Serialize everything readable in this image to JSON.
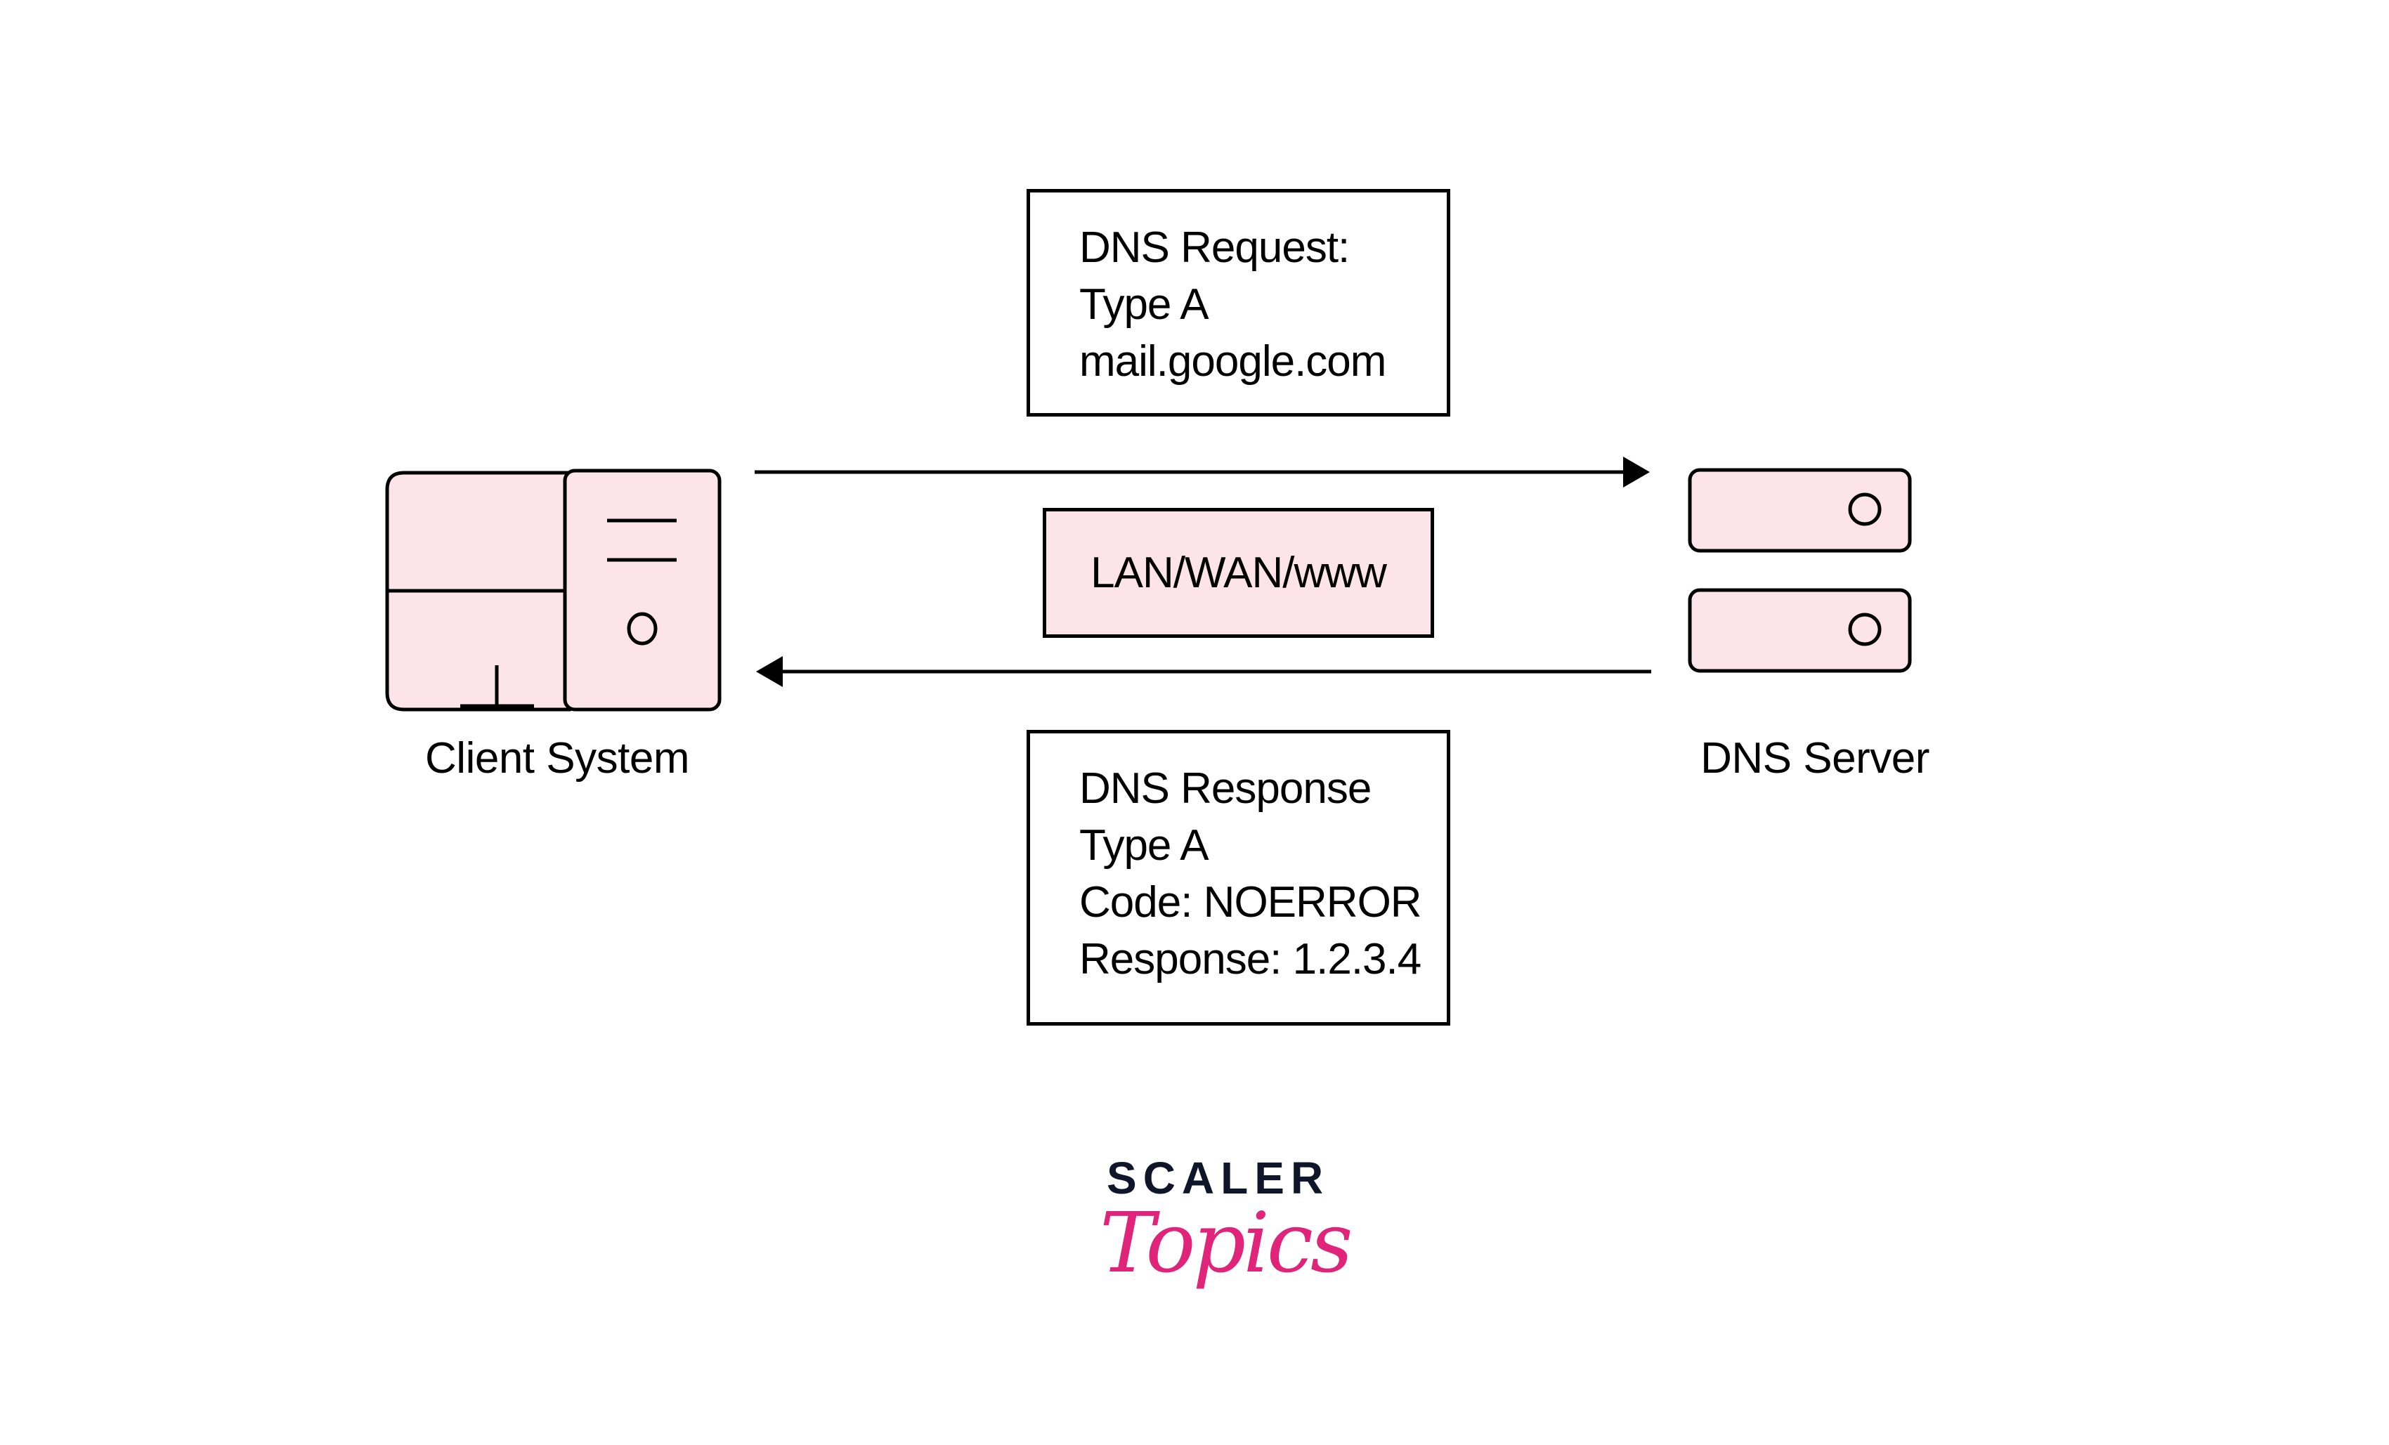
{
  "colors": {
    "device_fill": "#fde4ea",
    "stroke": "#000000",
    "logo_dark": "#0f1629",
    "logo_accent": "#e0247a"
  },
  "nodes": {
    "client": {
      "label": "Client System",
      "icon": "desktop-computer-icon"
    },
    "server": {
      "label": "DNS Server",
      "icon": "server-rack-icon"
    }
  },
  "request_box": {
    "lines": [
      "DNS Request:",
      "Type A",
      "mail.google.com"
    ]
  },
  "network_box": {
    "label": "LAN/WAN/www"
  },
  "response_box": {
    "lines": [
      "DNS Response",
      "Type A",
      "Code: NOERROR",
      "Response: 1.2.3.4"
    ]
  },
  "arrows": [
    {
      "from": "client",
      "to": "server",
      "meaning": "request"
    },
    {
      "from": "server",
      "to": "client",
      "meaning": "response"
    }
  ],
  "logo": {
    "primary": "SCALER",
    "secondary": "Topics"
  }
}
